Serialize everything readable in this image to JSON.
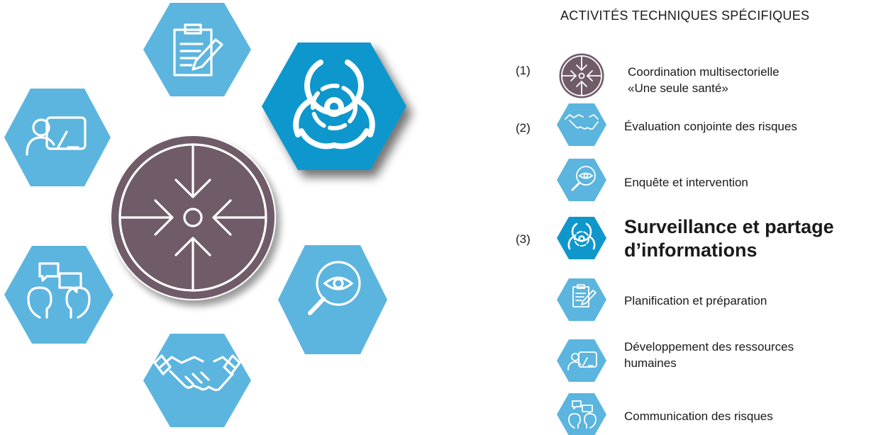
{
  "title": "ACTIVITÉS TECHNIQUES SPÉCIFIQUES",
  "numbers": [
    "(1)",
    "(2)",
    "(3)"
  ],
  "items": [
    {
      "icon": "coordination-icon",
      "label": "Coordination multisectorielle\n«Une seule santé»"
    },
    {
      "icon": "handshake-icon",
      "label": "Évaluation conjointe des risques"
    },
    {
      "icon": "magnifier-eye-icon",
      "label": "Enquête et intervention"
    },
    {
      "icon": "biohazard-icon",
      "label": "Surveillance et partage\nd’informations"
    },
    {
      "icon": "clipboard-icon",
      "label": "Planification et préparation"
    },
    {
      "icon": "teacher-icon",
      "label": "Développement des ressources\nhumaines"
    },
    {
      "icon": "dialogue-icon",
      "label": "Communication des risques"
    }
  ],
  "colors": {
    "hex_light": "#5bb5df",
    "hex_highlight": "#0f97cc",
    "center": "#705b69",
    "icon_stroke": "#ffffff",
    "text": "#1a1a1a"
  }
}
